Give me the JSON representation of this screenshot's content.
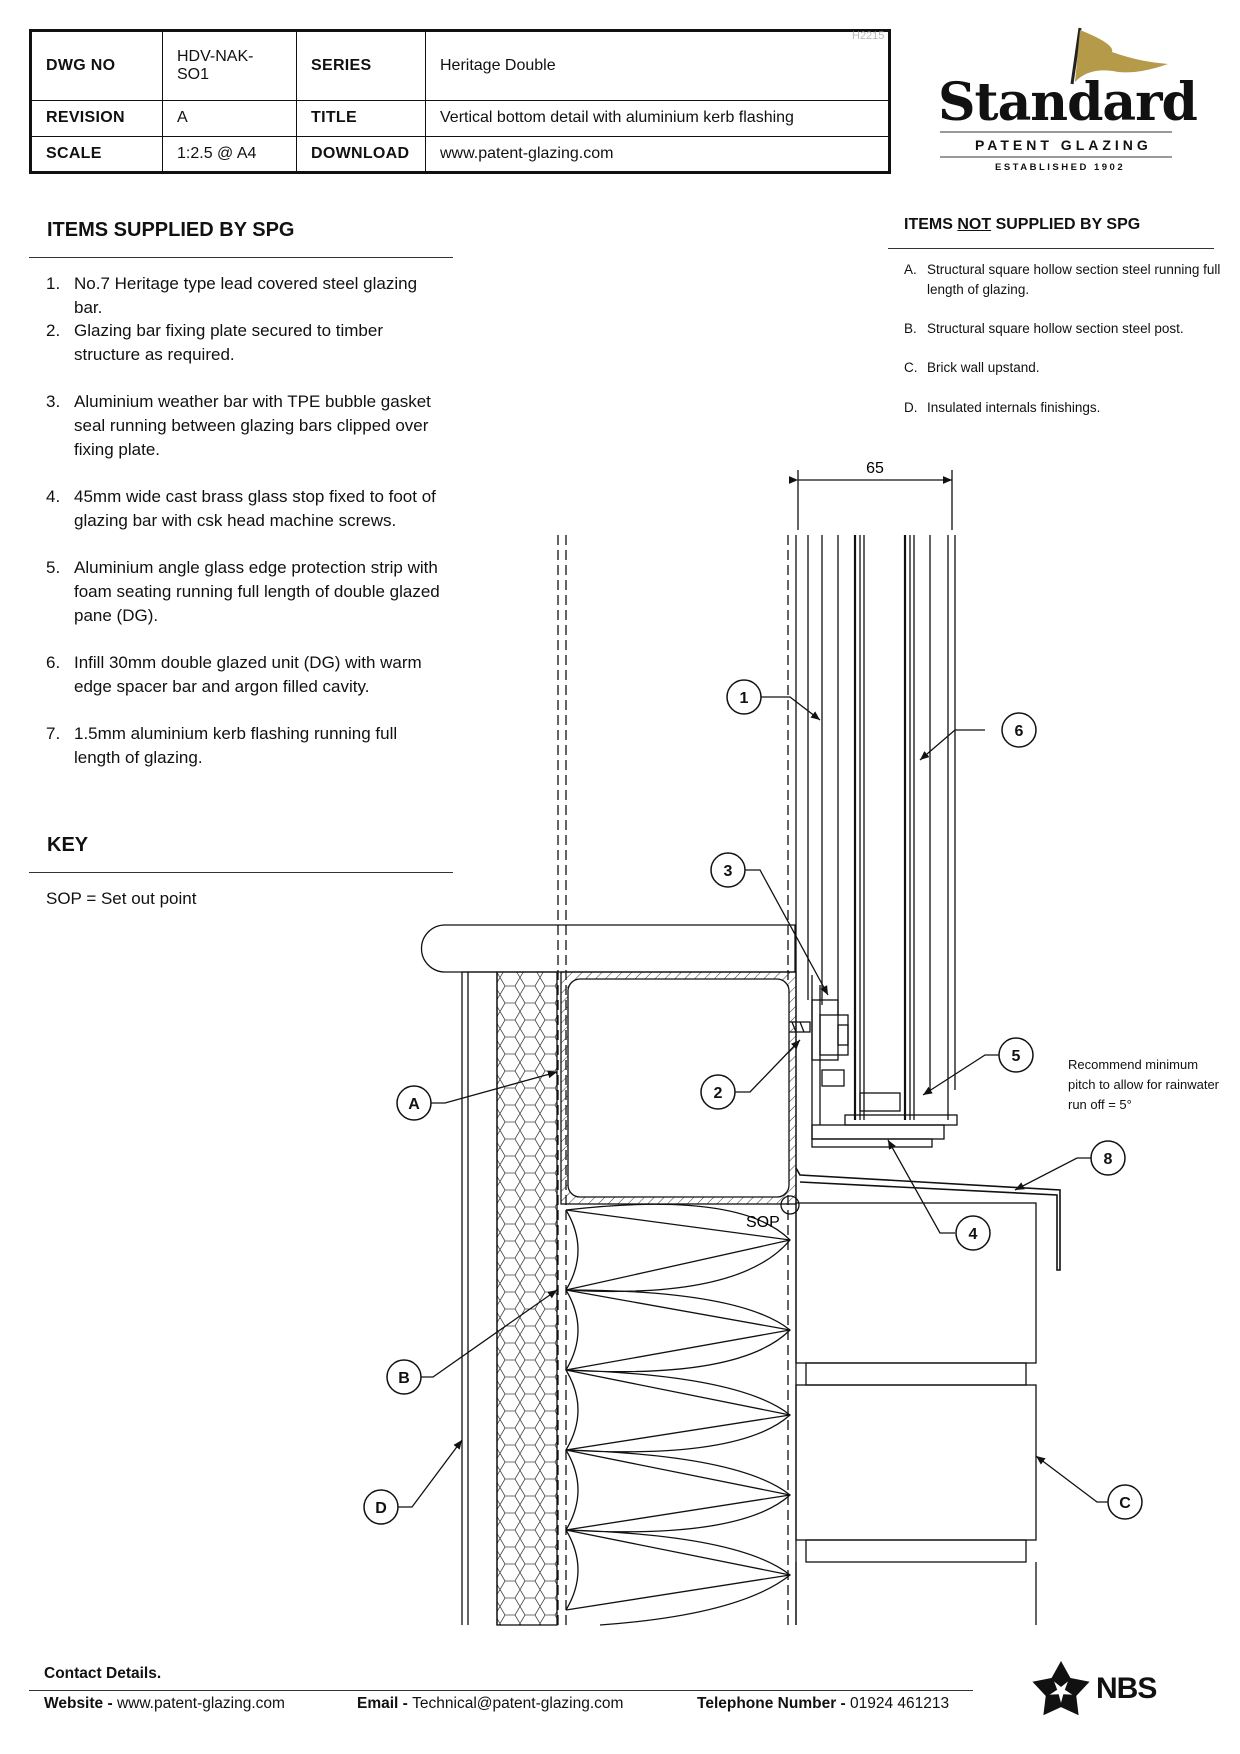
{
  "title_block": {
    "dwg_no_label": "DWG NO",
    "dwg_no": "HDV-NAK-SO1",
    "series_label": "SERIES",
    "series": "Heritage Double",
    "revision_label": "REVISION",
    "revision": "A",
    "title_label": "TITLE",
    "title": "Vertical bottom detail with aluminium kerb flashing",
    "scale_label": "SCALE",
    "scale": "1:2.5 @ A4",
    "download_label": "DOWNLOAD",
    "download": "www.patent-glazing.com",
    "ref_code": "H2215"
  },
  "logo": {
    "word": "Standard",
    "sub": "PATENT GLAZING",
    "est": "ESTABLISHED 1902",
    "flag_color": "#b59a4a"
  },
  "supplied": {
    "heading": "ITEMS SUPPLIED BY SPG",
    "items": [
      {
        "num": "1.",
        "text": "No.7 Heritage type lead covered steel glazing bar."
      },
      {
        "num": "2.",
        "text": "Glazing bar fixing plate secured to timber structure as required."
      },
      {
        "num": "3.",
        "text": "Aluminium weather bar with TPE bubble gasket seal running between glazing bars clipped over fixing plate."
      },
      {
        "num": "4.",
        "text": "45mm wide cast brass glass stop fixed to foot of glazing bar with csk head machine screws."
      },
      {
        "num": "5.",
        "text": "Aluminium angle glass edge protection strip with foam seating running full length of double glazed pane (DG)."
      },
      {
        "num": "6.",
        "text": "Infill 30mm double glazed unit (DG) with warm edge spacer bar and argon filled cavity."
      },
      {
        "num": "7.",
        "text": "1.5mm aluminium kerb flashing running full length of glazing."
      }
    ]
  },
  "key": {
    "heading": "KEY",
    "text": "SOP = Set out point"
  },
  "not_supplied": {
    "heading_pre": "ITEMS ",
    "heading_not": "NOT",
    "heading_post": " SUPPLIED BY SPG",
    "items": [
      {
        "num": "A.",
        "text": "Structural square hollow section steel running full length of glazing."
      },
      {
        "num": "B.",
        "text": "Structural square hollow section steel post."
      },
      {
        "num": "C.",
        "text": "Brick wall upstand."
      },
      {
        "num": "D.",
        "text": "Insulated internals finishings."
      }
    ]
  },
  "drawing": {
    "dimension": "65",
    "sop": "SOP",
    "note": "Recommend minimum pitch to allow for rainwater run off = 5°",
    "callouts": [
      "1",
      "2",
      "3",
      "4",
      "5",
      "6",
      "8",
      "A",
      "B",
      "C",
      "D"
    ]
  },
  "footer": {
    "contact": "Contact Details.",
    "website_label": "Website",
    "website": "www.patent-glazing.com",
    "email_label": "Email",
    "email": "Technical@patent-glazing.com",
    "phone_label": "Telephone Number",
    "phone": "01924 461213",
    "nbs": "NBS"
  }
}
